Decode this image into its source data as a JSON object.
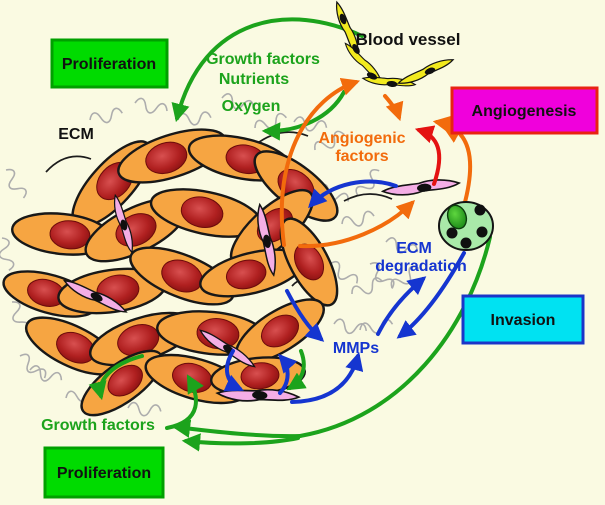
{
  "boxes": {
    "proliferation_top": "Proliferation",
    "angiogenesis": "Angiogenesis",
    "invasion": "Invasion",
    "proliferation_bottom": "Proliferation"
  },
  "labels": {
    "growth_factors_top": "Growth factors",
    "nutrients": "Nutrients",
    "oxygen": "Oxygen",
    "ecm": "ECM",
    "blood_vessel": "Blood vessel",
    "angiogenic_factors_line1": "Angiogenic",
    "angiogenic_factors_line2": "factors",
    "ecm_degradation_line1": "ECM",
    "ecm_degradation_line2": "degradation",
    "mmps": "MMPs",
    "growth_factors_bottom": "Growth factors"
  },
  "colors": {
    "background": "#FAFAE2",
    "box_green": "#00DB00",
    "box_green_border": "#00A000",
    "box_magenta": "#F000DC",
    "box_magenta_border": "#E82312",
    "box_cyan": "#00E2F2",
    "box_cyan_border": "#1B35C8",
    "arrow_green": "#1CA31C",
    "arrow_orange": "#F26B0C",
    "arrow_red": "#E41212",
    "arrow_blue": "#1535D0",
    "tumor_cell": "#F6A542",
    "tumor_nucleus": "#8A1010",
    "fibroblast_cell": "#F4AEE6",
    "vessel_cell": "#F2EA1E",
    "macrophage_cell": "#A9E9A9",
    "ecm_fiber": "#ADADAD"
  }
}
